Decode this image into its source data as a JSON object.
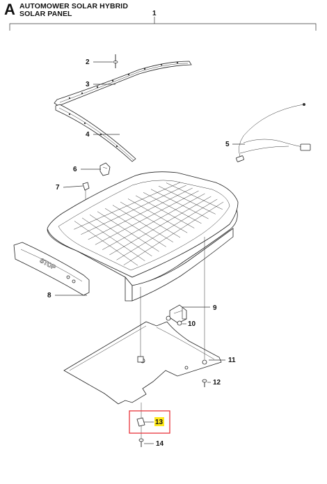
{
  "header": {
    "section_letter": "A",
    "title_line_1": "AUTOMOWER SOLAR HYBRID",
    "title_line_2": "SOLAR PANEL"
  },
  "callouts": [
    {
      "id": "1"
    },
    {
      "id": "2"
    },
    {
      "id": "3"
    },
    {
      "id": "4"
    },
    {
      "id": "5"
    },
    {
      "id": "6"
    },
    {
      "id": "7"
    },
    {
      "id": "8"
    },
    {
      "id": "9"
    },
    {
      "id": "10"
    },
    {
      "id": "11"
    },
    {
      "id": "12"
    },
    {
      "id": "13"
    },
    {
      "id": "14"
    }
  ],
  "highlight": {
    "part": "13",
    "box_color": "#e8333a",
    "label_color": "#ffe81a"
  },
  "panel_stamp_text": "STOP"
}
